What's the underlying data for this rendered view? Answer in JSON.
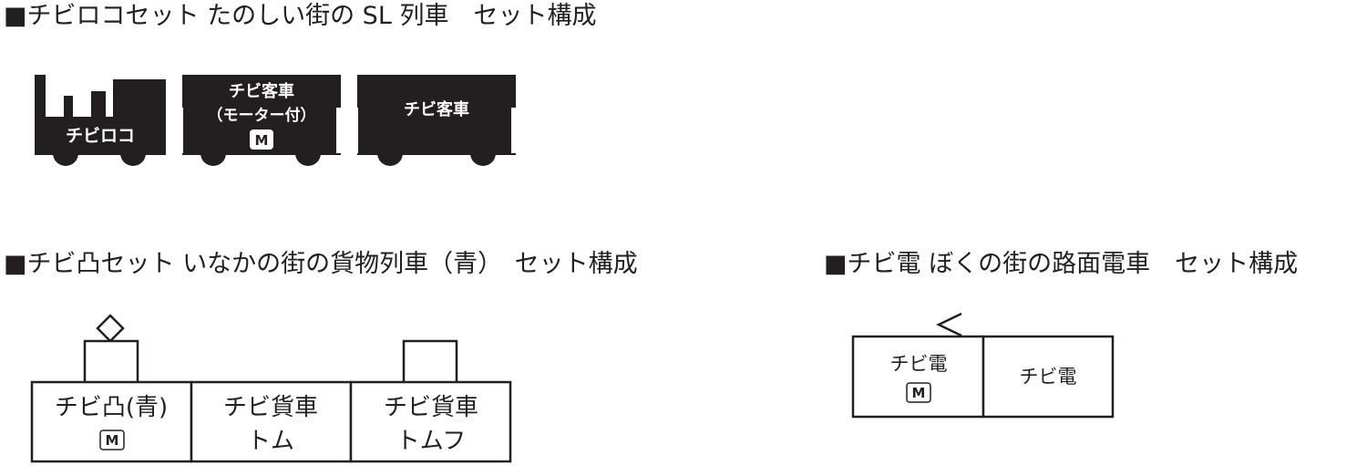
{
  "sections": [
    {
      "heading": "■チビロコセット たのしい街の SL 列車　セット構成",
      "cars": [
        {
          "lines": [
            "チビロコ"
          ]
        },
        {
          "lines": [
            "チビ客車",
            "（モーター付）"
          ],
          "motor_badge": "M"
        },
        {
          "lines": [
            "チビ客車"
          ]
        }
      ]
    },
    {
      "heading": "■チビ凸セット いなかの街の貨物列車（青）　セット構成",
      "cars": [
        {
          "lines": [
            "チビ凸(青)"
          ],
          "motor_badge": "M"
        },
        {
          "lines": [
            "チビ貨車",
            "トム"
          ]
        },
        {
          "lines": [
            "チビ貨車",
            "トムフ"
          ]
        }
      ]
    },
    {
      "heading": "■チビ電 ぼくの街の路面電車　セット構成",
      "cars": [
        {
          "lines": [
            "チビ電"
          ],
          "motor_badge": "M"
        },
        {
          "lines": [
            "チビ電"
          ]
        }
      ]
    }
  ],
  "colors": {
    "ink": "#231f20",
    "background": "#ffffff"
  }
}
